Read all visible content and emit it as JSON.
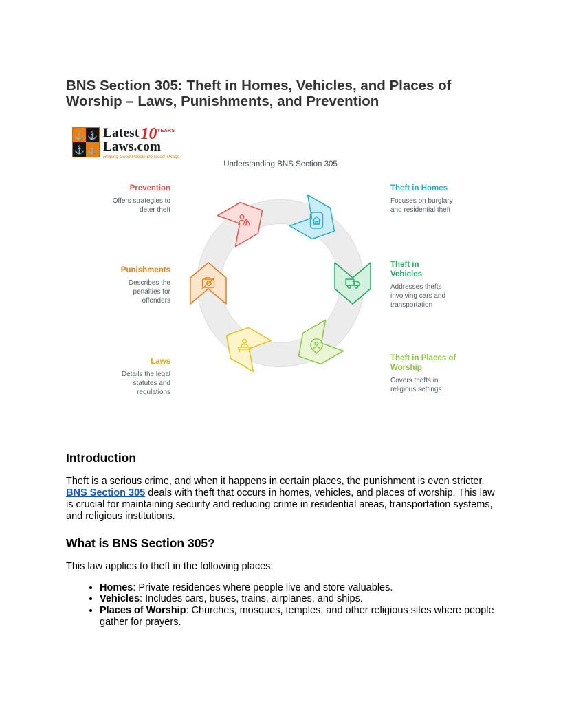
{
  "document": {
    "title": "BNS Section 305: Theft in Homes, Vehicles, and Places of Worship – Laws, Punishments, and Prevention"
  },
  "logo": {
    "name_top": "Latest",
    "name_bottom": "Laws.com",
    "anniversary_number": "10",
    "anniversary_label": "YEARS",
    "tagline": "Helping Good People Do Good Things",
    "brand_orange": "#f07d00",
    "brand_red": "#e02424"
  },
  "infographic": {
    "title": "Understanding BNS Section 305",
    "ring_color": "#ececec",
    "segments": [
      {
        "label": "Theft in Homes",
        "description": "Focuses on burglary and residential theft",
        "color": "#1fb1c9",
        "fill": "#c9ecf6"
      },
      {
        "label": "Theft in Vehicles",
        "description": "Addresses thefts involving cars and transportation",
        "color": "#27a860",
        "fill": "#d4f1df"
      },
      {
        "label": "Theft in Places of Worship",
        "description": "Covers thefts in religious settings",
        "color": "#8bc34a",
        "fill": "#eaf6d3"
      },
      {
        "label": "Laws",
        "description": "Details the legal statutes and regulations",
        "color": "#d4ac0d",
        "fill": "#fdf4cc"
      },
      {
        "label": "Punishments",
        "description": "Describes the penalties for offenders",
        "color": "#e67e22",
        "fill": "#fce6cb"
      },
      {
        "label": "Prevention",
        "description": "Offers strategies to deter theft",
        "color": "#e2574c",
        "fill": "#fbdedb"
      }
    ]
  },
  "sections": {
    "introduction": {
      "heading": "Introduction",
      "text_before_link": "Theft is a serious crime, and when it happens in certain places, the punishment is even stricter. ",
      "link_text": "BNS Section 305",
      "text_after_link": " deals with theft that occurs in homes, vehicles, and places of worship. This law is crucial for maintaining security and reducing crime in residential areas, transportation systems, and religious institutions."
    },
    "what_is": {
      "heading": "What is BNS Section 305?",
      "intro": "This law applies to theft in the following places:",
      "bullets": [
        {
          "term": "Homes",
          "text": ": Private residences where people live and store valuables."
        },
        {
          "term": "Vehicles",
          "text": ": Includes cars, buses, trains, airplanes, and ships."
        },
        {
          "term": "Places of Worship",
          "text": ": Churches, mosques, temples, and other religious sites where people gather for prayers."
        }
      ]
    }
  }
}
